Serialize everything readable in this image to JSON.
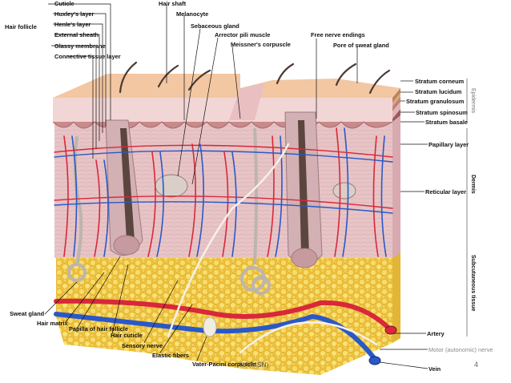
{
  "labels": {
    "hair_follicle": "Hair follicle",
    "cuticle": "Cuticle",
    "huxleys_layer": "Huxley's layer",
    "henles_layer": "Henle's layer",
    "external_sheath": "External sheath",
    "glassy_membrane": "Glassy membrane",
    "connective_tissue_layer": "Connective tissue layer",
    "hair_shaft": "Hair shaft",
    "melanocyte": "Melanocyte",
    "sebaceous_gland": "Sebaceous gland",
    "arrector_pili_muscle": "Arrector pili muscle",
    "meissners_corpuscle": "Meissner's corpuscle",
    "free_nerve_endings": "Free nerve endings",
    "pore_of_sweat_gland": "Pore of sweat gland",
    "stratum_corneum": "Stratum corneum",
    "stratum_lucidum": "Stratum lucidum",
    "stratum_granulosum": "Stratum granulosum",
    "stratum_spinosum": "Stratum spinosum",
    "stratum_basale": "Stratum basale",
    "papillary_layer": "Papillary layer",
    "reticular_layer": "Reticular layer",
    "artery": "Artery",
    "motor_nerve": "Motor (autonomic) nerve",
    "vein": "Vein",
    "sweat_gland": "Sweat gland",
    "hair_matrix": "Hair matrix",
    "papilla_of_hair_follicle": "Papilla of hair follicle",
    "hair_cuticle": "Hair cuticle",
    "sensory_nerve": "Sensory nerve",
    "elastic_fibers": "Elastic fibers",
    "vater_pacini_corpuscle": "Vater-Pacini corpuscle"
  },
  "regions": {
    "epidermis": "Epidermis",
    "dermis": "Dermis",
    "subcutaneous_tissue": "Subcutaneous tissue"
  },
  "footer": {
    "author": "HA(MSN)",
    "page_number": "4"
  },
  "colors": {
    "artery": "#d8283a",
    "vein": "#2a58c8",
    "nerve": "#e8e4da",
    "fat": "#f3cf4c",
    "dermis": "#e6c3c6",
    "epidermis": "#f1d2d4"
  }
}
